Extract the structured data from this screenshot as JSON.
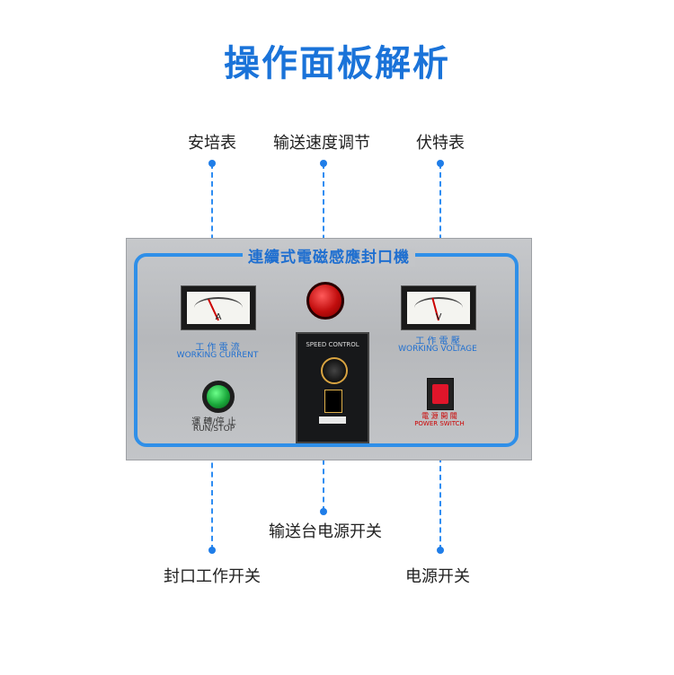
{
  "title": "操作面板解析",
  "callouts": {
    "ammeter": "安培表",
    "speed_adjust": "输送速度调节",
    "voltmeter": "伏特表",
    "conveyor_power": "输送台电源开关",
    "seal_switch": "封口工作开关",
    "power_switch": "电源开关"
  },
  "panel": {
    "title": "連續式電磁感應封口機",
    "current_cn": "工 作 電 流",
    "current_en": "WORKING CURRENT",
    "voltage_cn": "工 作 電 壓",
    "voltage_en": "WORKING VOLTAGE",
    "runstop_cn": "運 轉/停 止",
    "runstop_en": "RUN/STOP",
    "power_cn": "電 源 開 關",
    "power_en": "POWER SWITCH",
    "speed_control": "SPEED CONTROL",
    "ammeter_unit": "A",
    "voltmeter_unit": "V"
  },
  "colors": {
    "accent": "#1a73d9",
    "dash": "#2f8df2",
    "panel_border": "#2f8fe8"
  }
}
